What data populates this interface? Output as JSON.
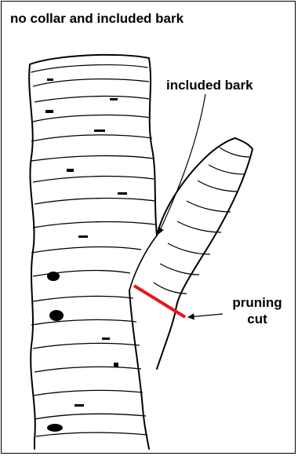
{
  "title": "no collar and included bark",
  "labels": {
    "included_bark": "included bark",
    "pruning_line1": "pruning",
    "pruning_line2": "cut"
  },
  "colors": {
    "ink": "#000000",
    "pruning_cut": "#e8141c"
  }
}
